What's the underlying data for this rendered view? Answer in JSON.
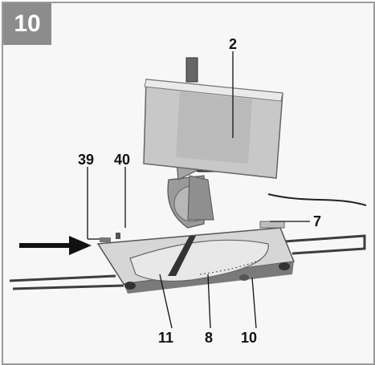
{
  "figure": {
    "number": "10"
  },
  "callouts": {
    "c2": "2",
    "c39": "39",
    "c40": "40",
    "c7": "7",
    "c11": "11",
    "c8": "8",
    "c10": "10"
  },
  "colors": {
    "badge": "#8c8c8c",
    "frame": "#9a9a9a",
    "saw_body": "#a8a8a8",
    "saw_dark": "#3a3a3a",
    "table": "#dcdcdc"
  },
  "icons": {
    "arrow": "right-arrow-icon"
  }
}
